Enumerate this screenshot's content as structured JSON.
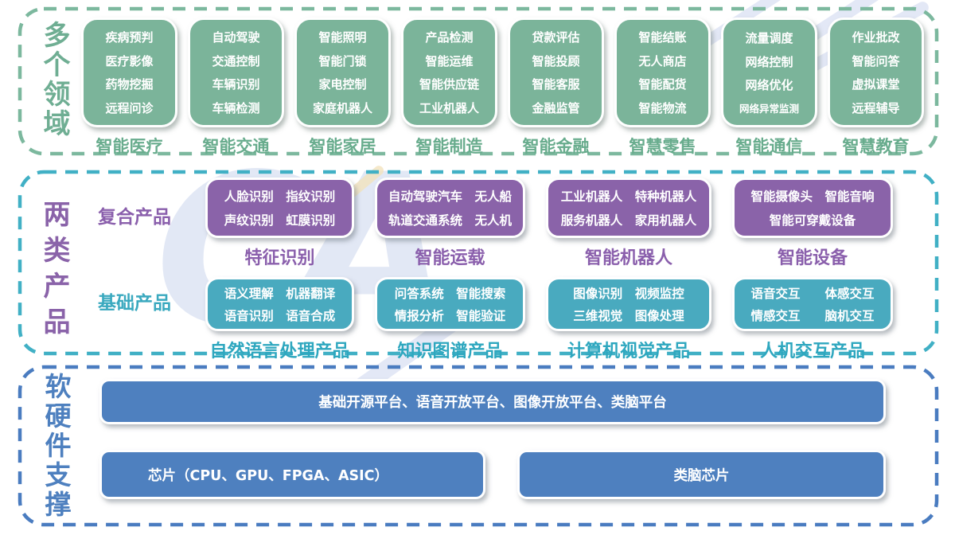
{
  "watermark": {
    "text": "CA"
  },
  "colors": {
    "green_box": "#7bb49a",
    "green_label": "#68ac8d",
    "green_frame": "#7cb89e",
    "purple_box": "#8a63a9",
    "teal_box": "#49aabf",
    "teal_frame": "#41b0c5",
    "blue_bar": "#4e80bf",
    "blue_frame": "#4a7cc0"
  },
  "domains_section": {
    "title": "多个领域",
    "groups": [
      {
        "label": "智能医疗",
        "items": [
          "疾病预判",
          "医疗影像",
          "药物挖掘",
          "远程问诊"
        ]
      },
      {
        "label": "智能交通",
        "items": [
          "自动驾驶",
          "交通控制",
          "车辆识别",
          "车辆检测"
        ]
      },
      {
        "label": "智能家居",
        "items": [
          "智能照明",
          "智能门锁",
          "家电控制",
          "家庭机器人"
        ]
      },
      {
        "label": "智能制造",
        "items": [
          "产品检测",
          "智能运维",
          "智能供应链",
          "工业机器人"
        ]
      },
      {
        "label": "智能金融",
        "items": [
          "贷款评估",
          "智能投顾",
          "智能客服",
          "金融监管"
        ]
      },
      {
        "label": "智慧零售",
        "items": [
          "智能结账",
          "无人商店",
          "智能配货",
          "智能物流"
        ]
      },
      {
        "label": "智能通信",
        "items": [
          "流量调度",
          "网络控制",
          "网络优化",
          "网络异常监测"
        ]
      },
      {
        "label": "智慧教育",
        "items": [
          "作业批改",
          "智能问答",
          "虚拟课堂",
          "远程辅导"
        ]
      }
    ]
  },
  "products_section": {
    "title": "两类产品",
    "row_labels": {
      "composite": "复合产品",
      "basic": "基础产品"
    },
    "columns": [
      {
        "composite": {
          "label": "特征识别",
          "lines": [
            "人脸识别　指纹识别",
            "声纹识别　虹膜识别"
          ]
        },
        "basic": {
          "label": "自然语言处理产品",
          "lines": [
            "语义理解　机器翻译",
            "语音识别　语音合成"
          ]
        }
      },
      {
        "composite": {
          "label": "智能运载",
          "lines": [
            "自动驾驶汽车　无人船",
            "轨道交通系统　无人机"
          ]
        },
        "basic": {
          "label": "知识图谱产品",
          "lines": [
            "问答系统　智能搜索",
            "情报分析　智能验证"
          ]
        }
      },
      {
        "composite": {
          "label": "智能机器人",
          "lines": [
            "工业机器人　特种机器人",
            "服务机器人　家用机器人"
          ]
        },
        "basic": {
          "label": "计算机视觉产品",
          "lines": [
            "图像识别　视频监控",
            "三维视觉　图像处理"
          ]
        }
      },
      {
        "composite": {
          "label": "智能设备",
          "lines": [
            "智能摄像头　智能音响",
            "智能可穿戴设备"
          ]
        },
        "basic": {
          "label": "人机交互产品",
          "lines": [
            "语音交互　　体感交互",
            "情感交互　　脑机交互"
          ]
        }
      }
    ]
  },
  "support_section": {
    "title": "软硬件支撑",
    "platform_bar": "基础开源平台、语音开放平台、图像开放平台、类脑平台",
    "chip_bar": "芯片（CPU、GPU、FPGA、ASIC）",
    "brain_chip_bar": "类脑芯片"
  }
}
